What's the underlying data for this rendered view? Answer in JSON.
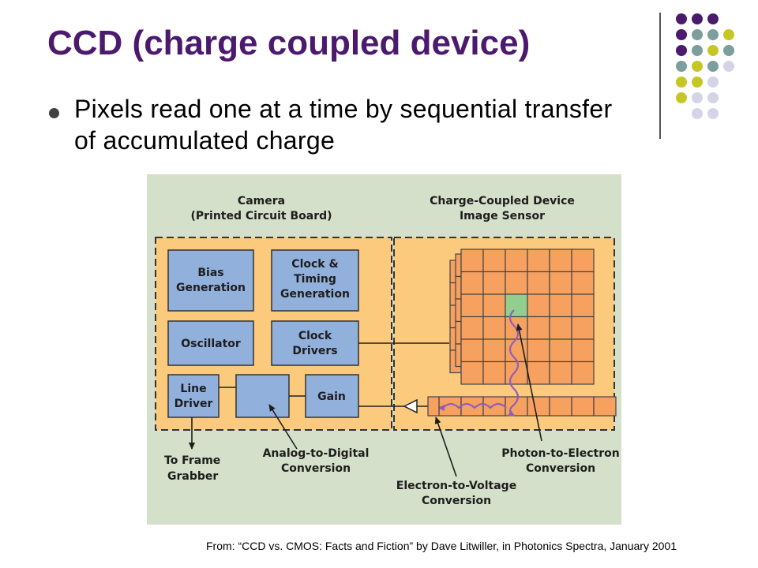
{
  "slide": {
    "title": "CCD (charge coupled device)",
    "bullet": "Pixels read one at a time by sequential transfer of accumulated charge",
    "caption": "From: “CCD vs. CMOS: Facts and Fiction” by Dave Litwiller, in Photonics Spectra, January 2001"
  },
  "diagram": {
    "camera_heading": [
      "Camera",
      "(Printed Circuit Board)"
    ],
    "sensor_heading": [
      "Charge-Coupled Device",
      "Image Sensor"
    ],
    "blocks": {
      "bias": [
        "Bias",
        "Generation"
      ],
      "clock_timing": [
        "Clock &",
        "Timing",
        "Generation"
      ],
      "oscillator": "Oscillator",
      "clock_drivers": [
        "Clock",
        "Drivers"
      ],
      "line_driver": [
        "Line",
        "Driver"
      ],
      "gain": "Gain"
    },
    "annotations": {
      "frame_grabber": [
        "To Frame",
        "Grabber"
      ],
      "adc": [
        "Analog-to-Digital",
        "Conversion"
      ],
      "photon": [
        "Photon-to-Electron",
        "Conversion"
      ],
      "voltage": [
        "Electron-to-Voltage",
        "Conversion"
      ]
    }
  },
  "colors": {
    "title": "#4b1a6e",
    "figure_background": "#d4e0c9",
    "board_fill": "#fcca7c",
    "block_fill": "#92b0dc",
    "pixel_fill": "#f6a160",
    "active_pixel_fill": "#92cf8f",
    "charge_arrow": "#8e5fb8",
    "deco_dots": [
      "#4b1a6e",
      "#7c9e9c",
      "#c6c726",
      "#d4d4e8"
    ]
  }
}
